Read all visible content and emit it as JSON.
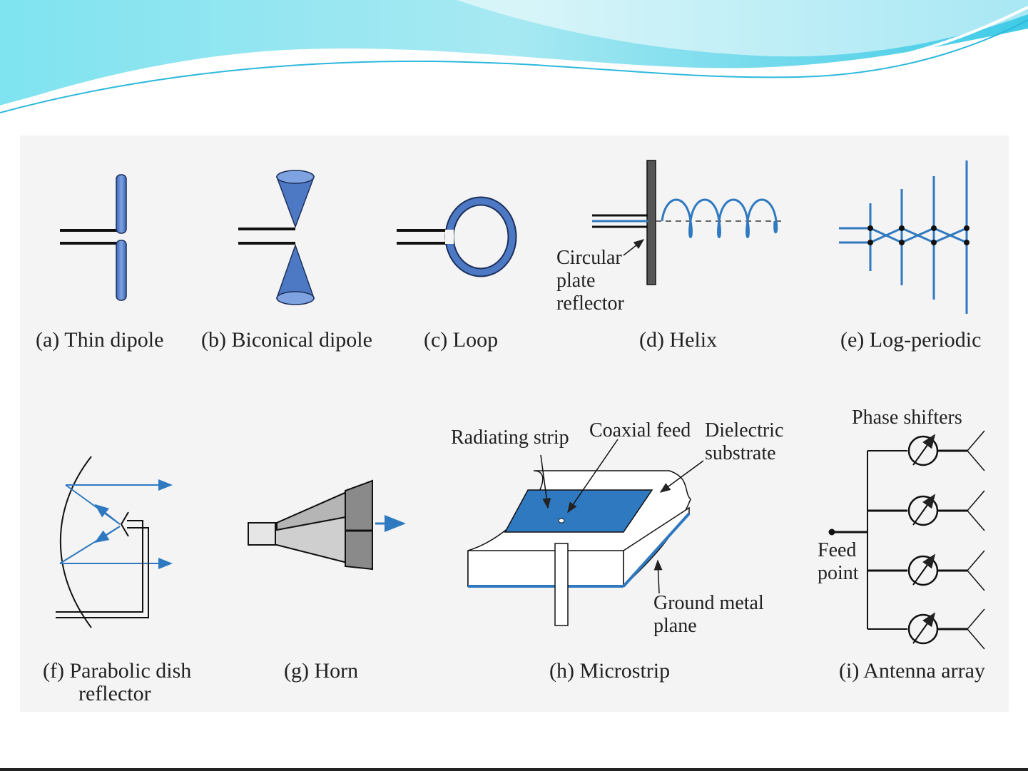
{
  "colors": {
    "antenna_blue": "#4d79c4",
    "line_blue": "#2f79c0",
    "wave_cyan": "#5fd6ea",
    "panel_bg": "#f4f4f4",
    "ink": "#222222"
  },
  "captions": {
    "a": "(a)  Thin dipole",
    "b": "(b)  Biconical dipole",
    "c": "(c)  Loop",
    "d": "(d)  Helix",
    "e": "(e)  Log-periodic",
    "f_line1": "(f)  Parabolic dish",
    "f_line2": "reflector",
    "g": "(g)  Horn",
    "h": "(h)  Microstrip",
    "i": "(i)  Antenna array"
  },
  "annotations": {
    "helix_reflector": [
      "Circular",
      "plate",
      "reflector"
    ],
    "radiating_strip": "Radiating strip",
    "coaxial_feed": "Coaxial feed",
    "dielectric_substrate": [
      "Dielectric",
      "substrate"
    ],
    "ground_metal_plane": [
      "Ground metal",
      "plane"
    ],
    "phase_shifters": "Phase shifters",
    "feed_point": [
      "Feed",
      "point"
    ]
  }
}
